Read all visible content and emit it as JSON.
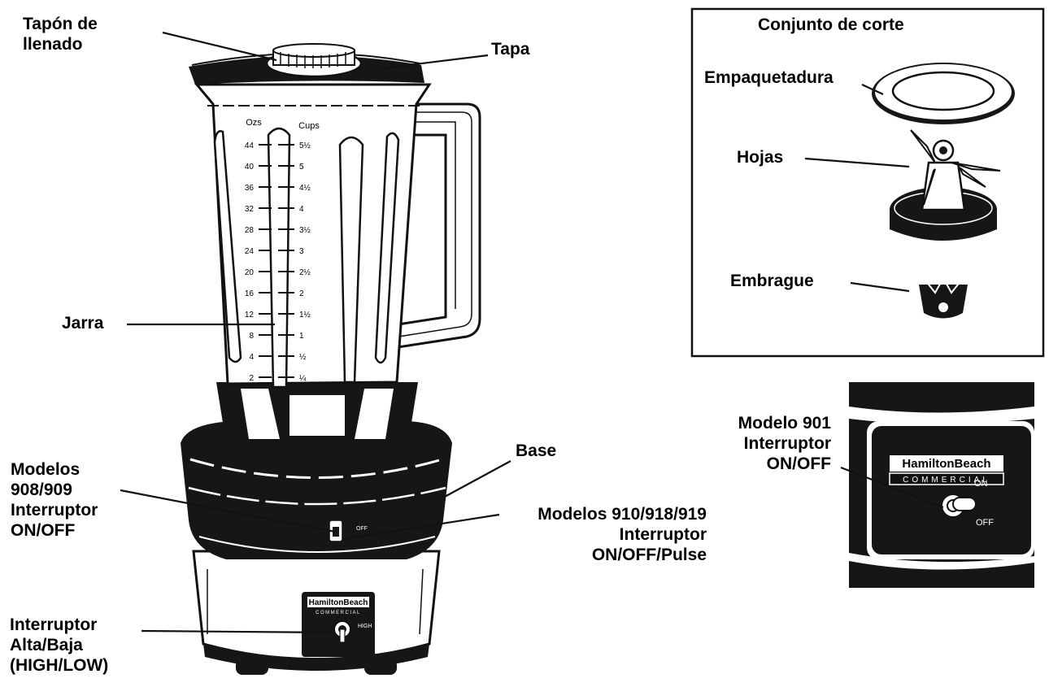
{
  "labels": {
    "fill_cap": [
      "Tapón de",
      "llenado"
    ],
    "lid": "Tapa",
    "jar": "Jarra",
    "base": "Base",
    "models_908": [
      "Modelos",
      "908/909",
      "Interruptor",
      "ON/OFF"
    ],
    "models_910": [
      "Modelos 910/918/919",
      "Interruptor",
      "ON/OFF/Pulse"
    ],
    "high_low": [
      "Interruptor",
      "Alta/Baja",
      "(HIGH/LOW)"
    ]
  },
  "cutting_box": {
    "title": "Conjunto de corte",
    "gasket": "Empaquetadura",
    "blades": "Hojas",
    "clutch": "Embrague"
  },
  "model901": {
    "label": [
      "Modelo 901",
      "Interruptor",
      "ON/OFF"
    ],
    "brand": "HamiltonBeach",
    "brand_sub": "COMMERCIAL",
    "on": "ON",
    "off": "OFF"
  },
  "jar_scale": {
    "ozs_header": "Ozs",
    "cups_header": "Cups",
    "ozs": [
      "44",
      "40",
      "36",
      "32",
      "28",
      "24",
      "20",
      "16",
      "12",
      "8",
      "4",
      "2"
    ],
    "cups": [
      "5½",
      "5",
      "4½",
      "4",
      "3½",
      "3",
      "2½",
      "2",
      "1½",
      "1",
      "½",
      "¼"
    ]
  },
  "blender_panel": {
    "brand": "HamiltonBeach",
    "brand_sub": "COMMERCIAL",
    "switch_off": "OFF",
    "high": "HIGH"
  }
}
